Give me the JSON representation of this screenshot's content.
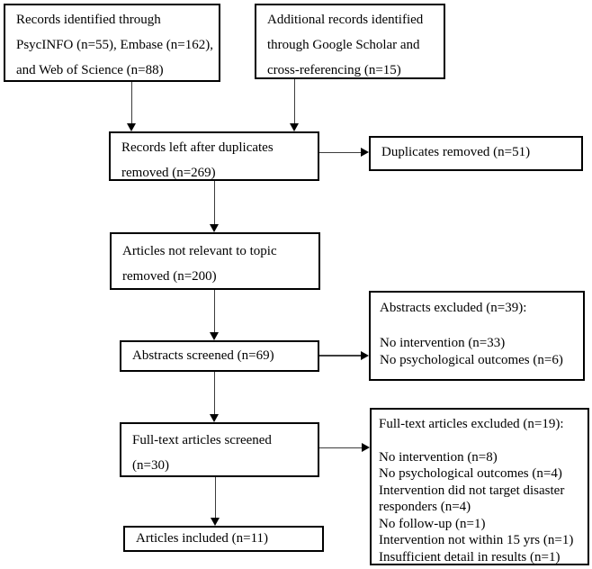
{
  "figure": {
    "type": "prisma-flowchart",
    "colors": {
      "background": "#ffffff",
      "box_border": "#000000",
      "text": "#000000",
      "arrow": "#3c3c3c",
      "arrowhead": "#000000"
    },
    "boxes": {
      "records_identified": {
        "line1": "Records identified through",
        "line2": "PsycINFO (n=55), Embase (n=162),",
        "line3": "and Web of Science (n=88)"
      },
      "additional_records": {
        "line1": "Additional records identified",
        "line2": "through Google Scholar and",
        "line3": "cross-referencing (n=15)"
      },
      "records_left": {
        "line1": "Records left after duplicates",
        "line2": "removed (n=269)"
      },
      "duplicates_removed": {
        "line1": "Duplicates removed (n=51)"
      },
      "not_relevant": {
        "line1": "Articles not relevant to topic",
        "line2": "removed (n=200)"
      },
      "abstracts_screened": {
        "line1": "Abstracts screened (n=69)"
      },
      "abstracts_excluded": {
        "title": "Abstracts excluded (n=39):",
        "items": [
          "No intervention (n=33)",
          "No psychological outcomes (n=6)"
        ]
      },
      "fulltext_screened": {
        "line1": "Full-text articles screened",
        "line2": "(n=30)"
      },
      "fulltext_excluded": {
        "title": "Full-text articles excluded (n=19):",
        "items": [
          "No intervention (n=8)",
          "No psychological outcomes (n=4)",
          "Intervention did not target disaster responders (n=4)",
          "No follow-up (n=1)",
          "Intervention not within 15 yrs (n=1)",
          "Insufficient detail in results (n=1)"
        ]
      },
      "articles_included": {
        "line1": "Articles included (n=11)"
      }
    }
  }
}
